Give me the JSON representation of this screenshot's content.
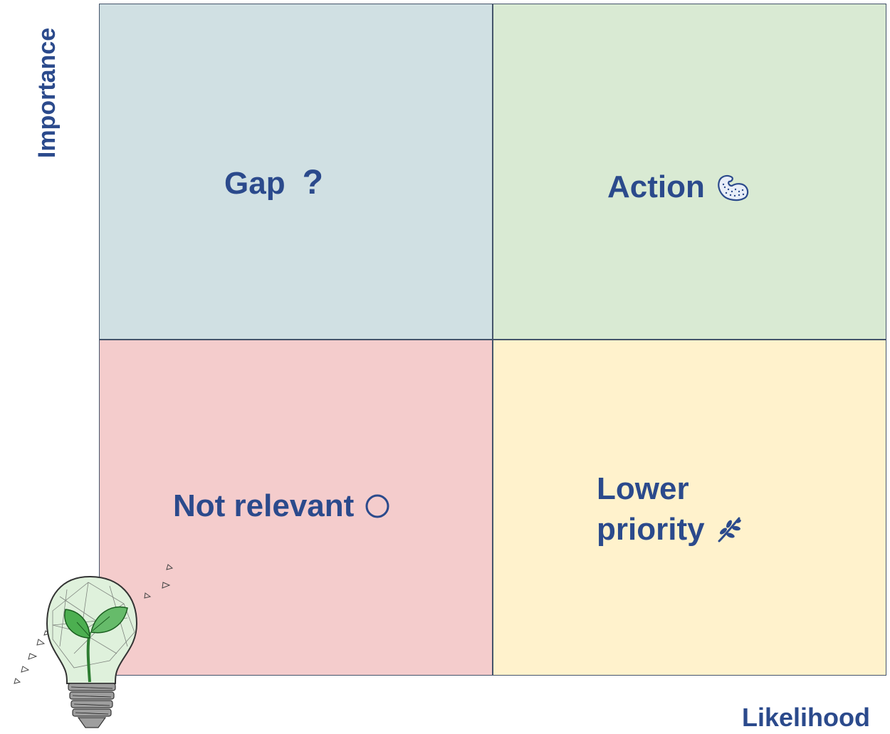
{
  "axes": {
    "y_label": "Importance",
    "x_label": "Likelihood"
  },
  "quadrants": {
    "gap": {
      "label": "Gap",
      "symbol": "?",
      "icon": "question-mark-icon",
      "color": "#d0e0e3"
    },
    "action": {
      "label": "Action",
      "icon": "flexed-biceps-icon",
      "color": "#d9ead3"
    },
    "not_relevant": {
      "label": "Not relevant",
      "icon": "circle-icon",
      "color": "#f4cccc"
    },
    "lower_priority": {
      "label_line1": "Lower",
      "label_line2": "priority",
      "icon": "herb-icon",
      "color": "#fff2cc"
    }
  },
  "colors": {
    "text": "#2b4a8c",
    "border": "#44546a"
  },
  "decoration": {
    "icon": "lightbulb-plant-icon"
  }
}
